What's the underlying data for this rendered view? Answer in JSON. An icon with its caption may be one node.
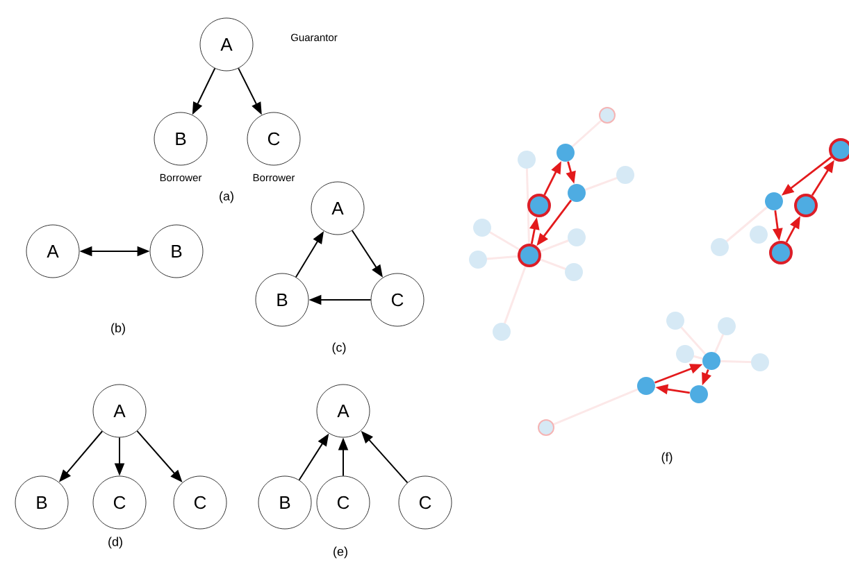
{
  "diagram": {
    "nodes": [
      {
        "text": [
          "A"
        ],
        "beside": [
          "Guarantor"
        ]
      },
      {
        "text": [
          "B"
        ],
        "beside": [
          "Borrower"
        ]
      },
      {
        "text": [
          "C"
        ],
        "beside": [
          "Borrower"
        ]
      },
      {
        "text": [
          "A"
        ]
      },
      {
        "text": [
          "B"
        ]
      },
      {
        "text": [
          "A"
        ]
      },
      {
        "text": [
          "B"
        ]
      },
      {
        "text": [
          "C"
        ]
      },
      {
        "text": [
          "A"
        ]
      },
      {
        "text": [
          "B"
        ]
      },
      {
        "text": [
          "C"
        ]
      },
      {
        "text": [
          "C"
        ]
      },
      {
        "text": [
          "A"
        ]
      },
      {
        "text": [
          "B"
        ]
      },
      {
        "text": [
          "C"
        ]
      },
      {
        "text": [
          "C"
        ]
      },
      {
        "text": [],
        "shape": "circle"
      },
      {
        "text": [],
        "shape": "circle"
      },
      {
        "text": [],
        "shape": "circle"
      },
      {
        "text": [],
        "shape": "circle"
      },
      {
        "text": [],
        "shape": "circle"
      },
      {
        "text": [],
        "shape": "circle"
      },
      {
        "text": [],
        "shape": "circle"
      },
      {
        "text": [],
        "shape": "circle"
      },
      {
        "text": [],
        "shape": "circle"
      },
      {
        "text": [],
        "shape": "circle"
      },
      {
        "text": [],
        "shape": "circle"
      }
    ],
    "edges": [
      {
        "from": 0,
        "to": 1,
        "arrow": "to"
      },
      {
        "from": 0,
        "to": 2,
        "arrow": "to"
      },
      {
        "from": 3,
        "to": 4,
        "arrow": "both"
      },
      {
        "from": 6,
        "to": 5,
        "arrow": "to"
      },
      {
        "from": 5,
        "to": 7,
        "arrow": "to"
      },
      {
        "from": 7,
        "to": 6,
        "arrow": "to"
      },
      {
        "from": 8,
        "to": 9,
        "arrow": "to"
      },
      {
        "from": 8,
        "to": 10,
        "arrow": "to"
      },
      {
        "from": 8,
        "to": 11,
        "arrow": "to"
      },
      {
        "from": 13,
        "to": 12,
        "arrow": "to"
      },
      {
        "from": 14,
        "to": 12,
        "arrow": "to"
      },
      {
        "from": 15,
        "to": 12,
        "arrow": "to"
      },
      {
        "from": 19,
        "to": 18,
        "arrow": "to",
        "color": "#e31a1c"
      },
      {
        "from": 18,
        "to": 16,
        "arrow": "to",
        "color": "#e31a1c"
      },
      {
        "from": 16,
        "to": 17,
        "arrow": "to",
        "color": "#e31a1c"
      },
      {
        "from": 17,
        "to": 19,
        "arrow": "to",
        "color": "#e31a1c"
      },
      {
        "from": 20,
        "to": 21,
        "arrow": "to",
        "color": "#e31a1c"
      },
      {
        "from": 21,
        "to": 23,
        "arrow": "to",
        "color": "#e31a1c"
      },
      {
        "from": 23,
        "to": 22,
        "arrow": "to",
        "color": "#e31a1c"
      },
      {
        "from": 22,
        "to": 20,
        "arrow": "to",
        "color": "#e31a1c"
      },
      {
        "from": 25,
        "to": 24,
        "arrow": "to",
        "color": "#e31a1c"
      },
      {
        "from": 24,
        "to": 26,
        "arrow": "to",
        "color": "#e31a1c"
      },
      {
        "from": 26,
        "to": 25,
        "arrow": "to",
        "color": "#e31a1c"
      }
    ],
    "labels": [
      "(a)",
      "(b)",
      "(c)",
      "(d)",
      "(e)",
      "(f)"
    ]
  }
}
